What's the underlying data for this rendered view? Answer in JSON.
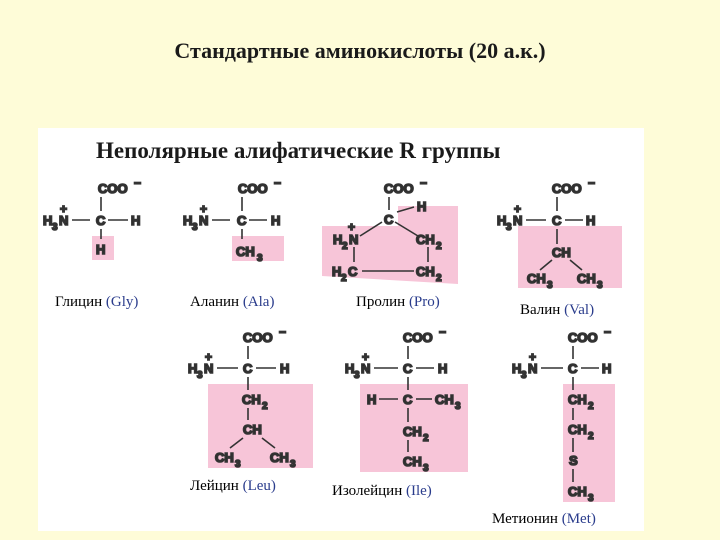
{
  "slide_title": "Стандартные аминокислоты (20 а.к.)",
  "panel_title": "Неполярные алифатические R группы",
  "colors": {
    "background": "#fefcd8",
    "panel": "#ffffff",
    "highlight": "#f7c5d8",
    "abbr": "#2a3c8c"
  },
  "amino_acids": [
    {
      "name": "Глицин",
      "abbr": "(Gly)"
    },
    {
      "name": "Аланин",
      "abbr": "(Ala)"
    },
    {
      "name": "Пролин",
      "abbr": "(Pro)"
    },
    {
      "name": "Валин",
      "abbr": "(Val)"
    },
    {
      "name": "Лейцин",
      "abbr": "(Leu)"
    },
    {
      "name": "Изолейцин",
      "abbr": "(Ile)"
    },
    {
      "name": "Метионин",
      "abbr": "(Met)"
    }
  ]
}
